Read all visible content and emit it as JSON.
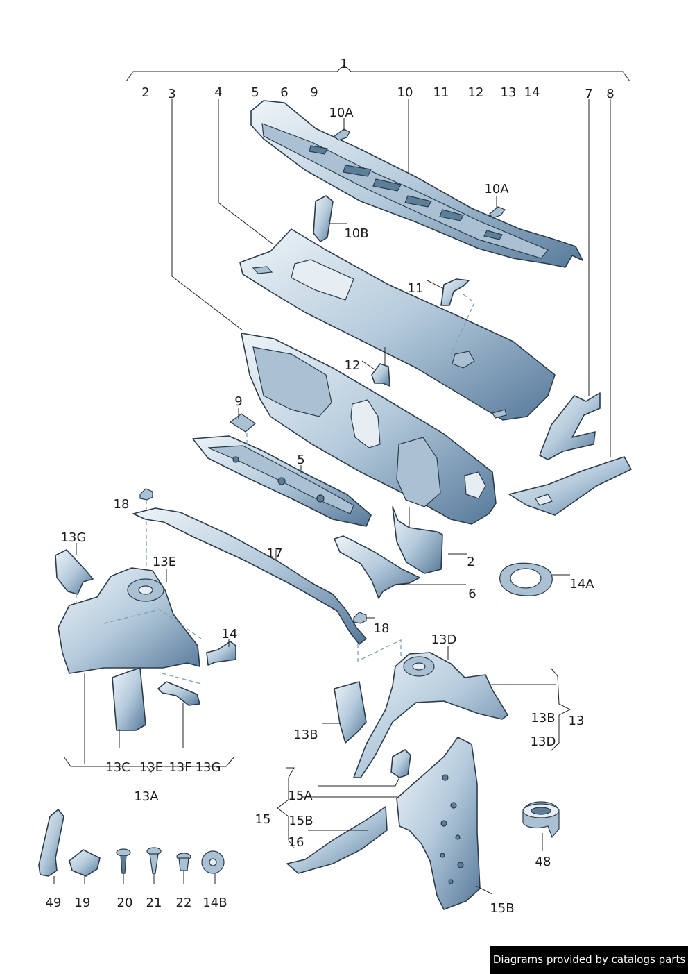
{
  "labels": {
    "l1": "1",
    "l2top": "2",
    "l3": "3",
    "l4": "4",
    "l5top": "5",
    "l6top": "6",
    "l9top": "9",
    "l10": "10",
    "l11top": "11",
    "l12top": "12",
    "l13top": "13",
    "l14top": "14",
    "l7": "7",
    "l8": "8",
    "l10a_1": "10A",
    "l10a_2": "10A",
    "l10b": "10B",
    "l11": "11",
    "l12": "12",
    "l9": "9",
    "l5": "5",
    "l18a": "18",
    "l17": "17",
    "l13g": "13G",
    "l13e": "13E",
    "l14": "14",
    "l18b": "18",
    "l2": "2",
    "l6": "6",
    "l14a": "14A",
    "l13d": "13D",
    "l13b_r": "13B",
    "l13": "13",
    "l13d_r": "13D",
    "l13b": "13B",
    "l13c_b": "13C",
    "l13e_b": "13E",
    "l13f_b": "13F",
    "l13g_b": "13G",
    "l13a": "13A",
    "l15a": "15A",
    "l15": "15",
    "l15b": "15B",
    "l16": "16",
    "l15b_b": "15B",
    "l48": "48",
    "l49": "49",
    "l19": "19",
    "l20": "20",
    "l21": "21",
    "l22": "22",
    "l14b": "14B"
  },
  "footer": {
    "text": "Diagrams provided by catalogs parts"
  },
  "colors": {
    "metal_light": "#dfe9f0",
    "metal_mid": "#98b4c9",
    "metal_dark": "#4f7290",
    "outline": "#2c3b4a"
  }
}
